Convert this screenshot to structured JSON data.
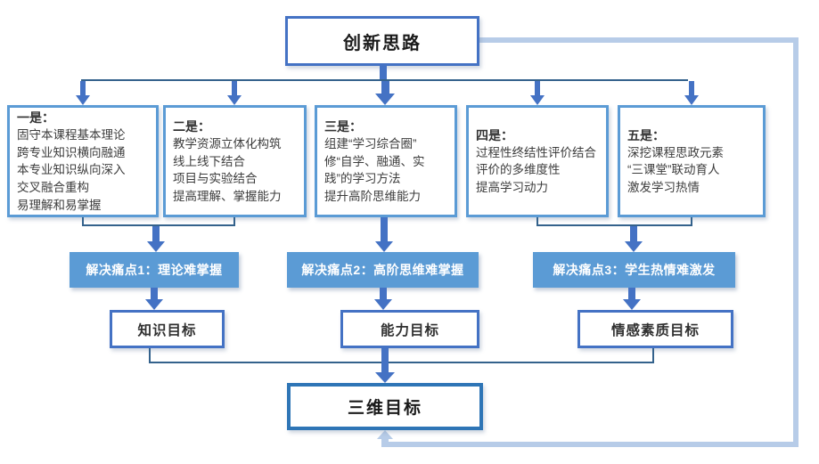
{
  "title": "创新思路",
  "strategy_boxes": [
    {
      "heading": "一是：",
      "lines": [
        "固守本课程基本理论",
        "跨专业知识横向融通",
        "本专业知识纵向深入",
        "交叉融合重构",
        "易理解和易掌握"
      ]
    },
    {
      "heading": "二是：",
      "lines": [
        "教学资源立体化构筑",
        "线上线下结合",
        "项目与实验结合",
        "提高理解、掌握能力"
      ]
    },
    {
      "heading": "三是：",
      "lines": [
        "组建“学习综合圈”",
        "修“自学、融通、实践”的学习方法",
        "提升高阶思维能力"
      ]
    },
    {
      "heading": "四是：",
      "lines": [
        "过程性终结性评价结合",
        "评价的多维度性",
        "提高学习动力"
      ]
    },
    {
      "heading": "五是：",
      "lines": [
        "深挖课程思政元素",
        "“三课堂”联动育人",
        "激发学习热情"
      ]
    }
  ],
  "pain_points": [
    "解决痛点1：理论难掌握",
    "解决痛点2：高阶思维难掌握",
    "解决痛点3：学生热情难激发"
  ],
  "goals": [
    "知识目标",
    "能力目标",
    "情感素质目标"
  ],
  "final_goal": "三维目标",
  "colors": {
    "accent": "#4472C4",
    "box-border": "#5B9BD5",
    "pain-fill": "#5B9BD5",
    "final-border": "#2E75B6",
    "loop": "#B7CCE8",
    "thin-line": "#34628C"
  }
}
